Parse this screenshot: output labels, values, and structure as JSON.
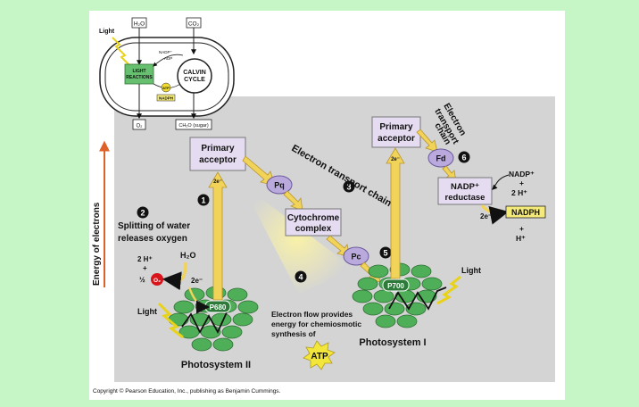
{
  "inset": {
    "light_label": "Light",
    "h2o_label": "H₂O",
    "co2_label": "CO₂",
    "nadp_label": "NADP⁺",
    "adp_label": "ADP",
    "light_reactions_line1": "LIGHT",
    "light_reactions_line2": "REACTIONS",
    "atp_label": "ATP",
    "nadph_label": "NADPH",
    "calvin_line1": "CALVIN",
    "calvin_line2": "CYCLE",
    "o2_label": "O₂",
    "sugar_label": "CH₂O (sugar)"
  },
  "axis": {
    "energy_label": "Energy of electrons"
  },
  "steps": [
    "1",
    "2",
    "3",
    "4",
    "5",
    "6"
  ],
  "ps2": {
    "primary_acceptor_line1": "Primary",
    "primary_acceptor_line2": "acceptor",
    "electron_label": "2e⁻",
    "splitting_line1": "Splitting of water",
    "splitting_line2": "releases oxygen",
    "h_plus": "2 H⁺",
    "plus": "+",
    "half": "½",
    "o2": "O₂",
    "h2o": "H₂O",
    "two_e": "2e⁻",
    "light": "Light",
    "p680": "P680",
    "photosystem": "Photosystem II"
  },
  "etc": {
    "pq": "Pq",
    "cytochrome_line1": "Cytochrome",
    "cytochrome_line2": "complex",
    "pc": "Pc",
    "chain_title": "Electron transport chain",
    "flow_line1": "Electron flow provides",
    "flow_line2": "energy for chemiosmotic",
    "flow_line3": "synthesis of",
    "atp": "ATP"
  },
  "ps1": {
    "primary_acceptor_line1": "Primary",
    "primary_acceptor_line2": "acceptor",
    "electron_label": "2e⁻",
    "p700": "P700",
    "light": "Light",
    "photosystem": "Photosystem I",
    "fd": "Fd",
    "chain_line1": "Electron",
    "chain_line2": "transport",
    "chain_line3": "chain",
    "nadp_reductase_line1": "NADP⁺",
    "nadp_reductase_line2": "reductase",
    "nadp_plus": "NADP⁺",
    "plus1": "+",
    "two_h": "2 H⁺",
    "two_e": "2e⁻",
    "nadph": "NADPH",
    "plus2": "+",
    "h_plus": "H⁺"
  },
  "copyright": "Copyright © Pearson Education, Inc., publishing as Benjamin Cummings.",
  "colors": {
    "page_bg": "#c6f5c6",
    "panel": "#d4d4d4",
    "box_fill": "#e6dcf2",
    "carrier_fill": "#b9a9dc",
    "arrow_fill": "#f1d35a",
    "chlorophyll": "#4fae58",
    "nadph_fill": "#f4ea7a",
    "energy_axis": "#e0602a"
  }
}
